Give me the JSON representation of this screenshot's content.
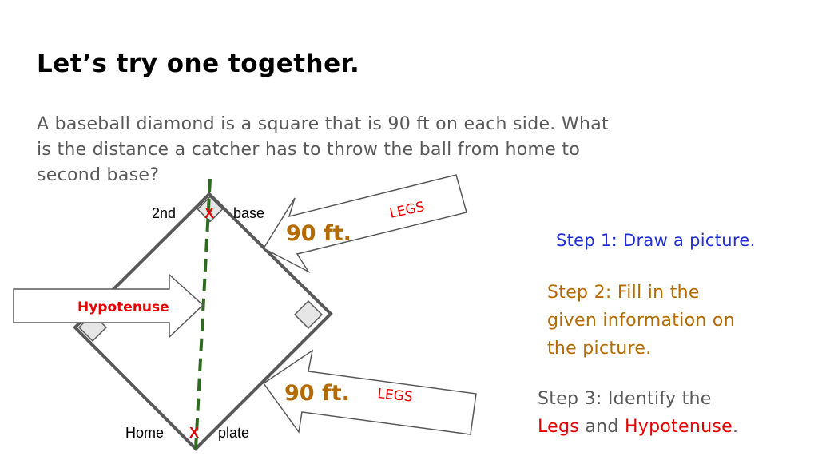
{
  "slide": {
    "title": "Let’s try one together.",
    "problem_lines": [
      "A baseball diamond is a square that is 90 ft on each side.  What",
      "is the distance a catcher has to throw the ball from home to",
      "second base?"
    ]
  },
  "diagram": {
    "second_base": {
      "left_label": "2nd",
      "marker": "X",
      "right_label": "base"
    },
    "home_plate": {
      "left_label": "Home",
      "marker": "X",
      "right_label": "plate"
    },
    "top_arrow": {
      "length_label": "90 ft.",
      "legs_label": "LEGS"
    },
    "bottom_arrow": {
      "length_label": "90 ft.",
      "legs_label": "LEGS"
    },
    "left_arrow": {
      "hypotenuse_label": "Hypotenuse"
    },
    "colors": {
      "square_stroke": "#595959",
      "diagonal": "#2e6b1f",
      "marker_red": "#e60000",
      "label_orange": "#b36b00"
    }
  },
  "steps": {
    "step1": "Step 1: Draw a picture.",
    "step2_lines": [
      "Step 2: Fill in the",
      "given information on",
      "the picture."
    ],
    "step3": {
      "line1": "Step 3: Identify the",
      "legs": "Legs",
      "and": " and ",
      "hypotenuse": "Hypotenuse",
      "period": "."
    }
  }
}
